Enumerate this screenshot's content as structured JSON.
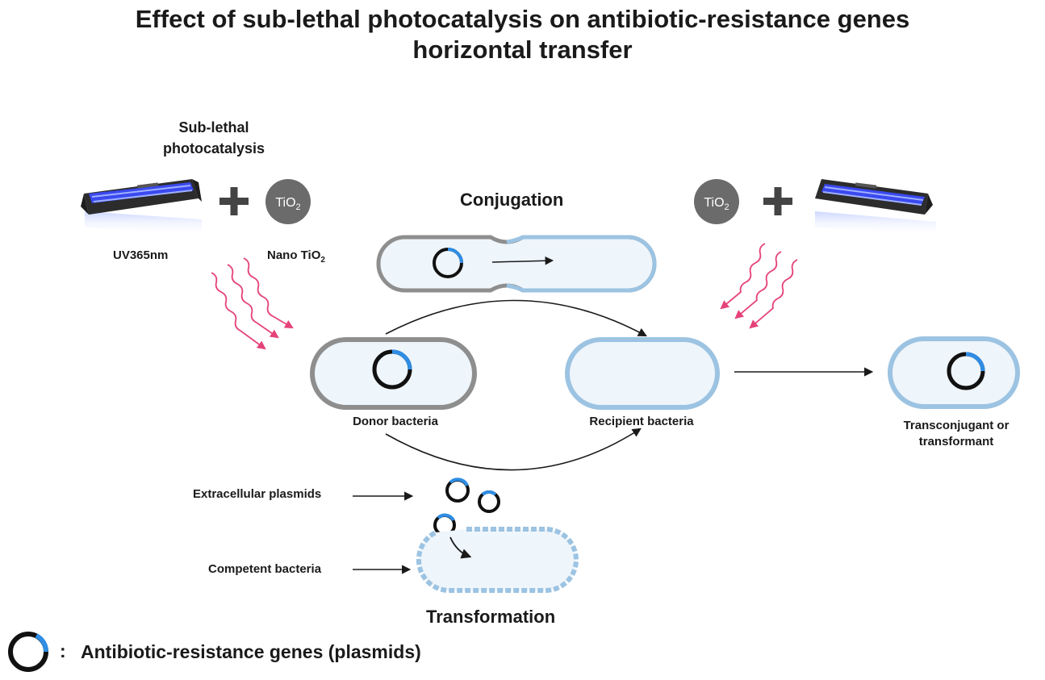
{
  "title": {
    "line1": "Effect of sub-lethal photocatalysis on antibiotic-resistance genes",
    "line2": "horizontal transfer"
  },
  "treatment": {
    "heading_line1": "Sub-lethal",
    "heading_line2": "photocatalysis",
    "uv_label": "UV365nm",
    "nano_label_prefix": "Nano TiO",
    "nano_label_sub": "2",
    "tio2_badge_prefix": "TiO",
    "tio2_badge_sub": "2"
  },
  "sections": {
    "conjugation": "Conjugation",
    "transformation": "Transformation"
  },
  "cells": {
    "donor": "Donor bacteria",
    "recipient": "Recipient bacteria",
    "result_line1": "Transconjugant or",
    "result_line2": "transformant",
    "extracellular": "Extracellular plasmids",
    "competent": "Competent bacteria"
  },
  "legend": {
    "separator": ":",
    "text": "Antibiotic-resistance genes (plasmids)"
  },
  "colors": {
    "donor_membrane": "#8e8e8e",
    "recipient_membrane": "#9cc3e2",
    "cell_fill": "#eef5fb",
    "plasmid_ring": "#111111",
    "resistance_gene": "#2f8de4",
    "uv_waves": "#e5427a",
    "tio2_badge": "#6b6b6b",
    "uv_light": "#2f3fe0"
  }
}
